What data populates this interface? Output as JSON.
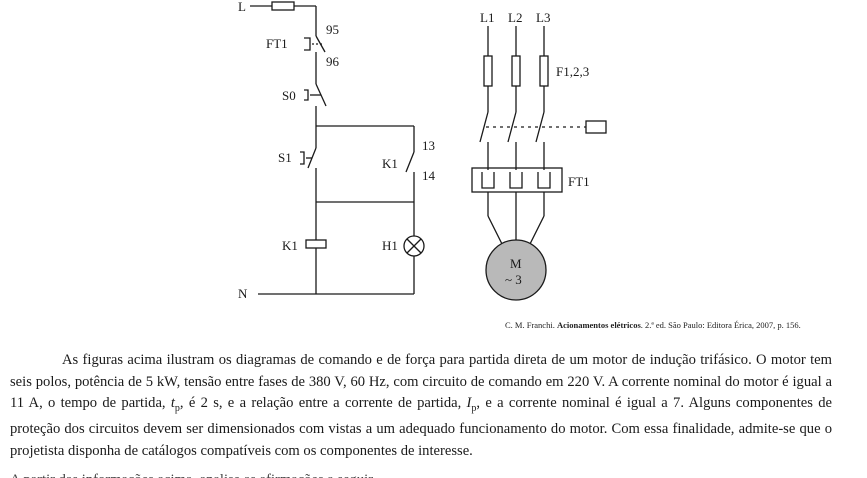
{
  "diagram": {
    "command": {
      "line_label": "L",
      "neutral_label": "N",
      "ft1_label": "FT1",
      "ft1_terminal_top": "95",
      "ft1_terminal_bottom": "96",
      "s0_label": "S0",
      "s1_label": "S1",
      "k1_contact_label": "K1",
      "k1_terminal_top": "13",
      "k1_terminal_bottom": "14",
      "k1_coil_label": "K1",
      "h1_label": "H1"
    },
    "power": {
      "phase1": "L1",
      "phase2": "L2",
      "phase3": "L3",
      "fuses_label": "F1,2,3",
      "ft1_label": "FT1",
      "motor_label_top": "M",
      "motor_label_bottom": "~ 3"
    }
  },
  "caption": {
    "author": "C. M. Franchi. ",
    "book_title": "Acionamentos elétricos",
    "rest": ". 2.ª ed. São Paulo: Editora Érica, 2007, p. 156."
  },
  "text": {
    "part1": "As figuras acima ilustram os diagramas de comando e de força para partida direta de um motor de indução trifásico. O motor tem seis polos, potência de 5 kW, tensão entre fases de 380 V, 60 Hz, com circuito de comando em 220 V. A corrente nominal do motor é igual a 11 A, o tempo de partida, ",
    "tp_symbol": "t",
    "tp_sub": "p",
    "part2": ", é 2 s, e a relação entre a corrente de partida, ",
    "ip_symbol": "I",
    "ip_sub": "p",
    "part3": ", e a corrente nominal é igual a 7. Alguns componentes de proteção dos circuitos devem ser dimensionados com vistas a um adequado funcionamento do motor. Com essa finalidade, admite-se que o projetista disponha de catálogos compatíveis com os componentes de interesse.",
    "cut_line": "A partir das informações acima, analise as afirmações a seguir."
  }
}
